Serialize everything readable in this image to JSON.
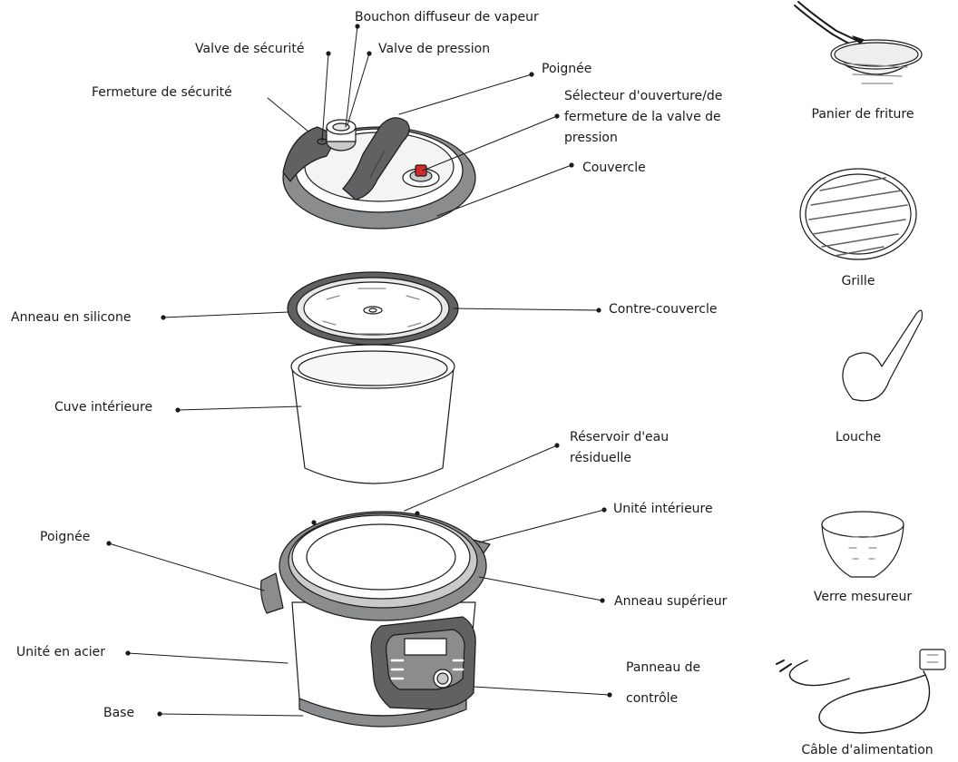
{
  "labels": {
    "bouchon": "Bouchon diffuseur de vapeur",
    "valve_securite": "Valve de sécurité",
    "valve_pression": "Valve de pression",
    "poignee_top": "Poignée",
    "fermeture": "Fermeture de sécurité",
    "selecteur_1": "Sélecteur d'ouverture/de",
    "selecteur_2": "fermeture de la valve de",
    "selecteur_3": "pression",
    "couvercle": "Couvercle",
    "anneau_silicone": "Anneau en silicone",
    "contre_couvercle": "Contre-couvercle",
    "cuve": "Cuve intérieure",
    "reservoir_1": "Réservoir d'eau",
    "reservoir_2": "résiduelle",
    "unite_interieure": "Unité intérieure",
    "poignee_side": "Poignée",
    "anneau_superieur": "Anneau supérieur",
    "unite_acier": "Unité en acier",
    "base": "Base",
    "panneau_1": "Panneau de",
    "panneau_2": "contrôle"
  },
  "accessories": {
    "panier": "Panier de friture",
    "grille": "Grille",
    "louche": "Louche",
    "verre": "Verre mesureur",
    "cable": "Câble d'alimentation"
  },
  "colors": {
    "line": "#1a1a1a",
    "gray_dark": "#5f6163",
    "gray_mid": "#8a8c8e",
    "gray_light": "#c9cacb",
    "red": "#d42a2a",
    "white": "#ffffff"
  }
}
